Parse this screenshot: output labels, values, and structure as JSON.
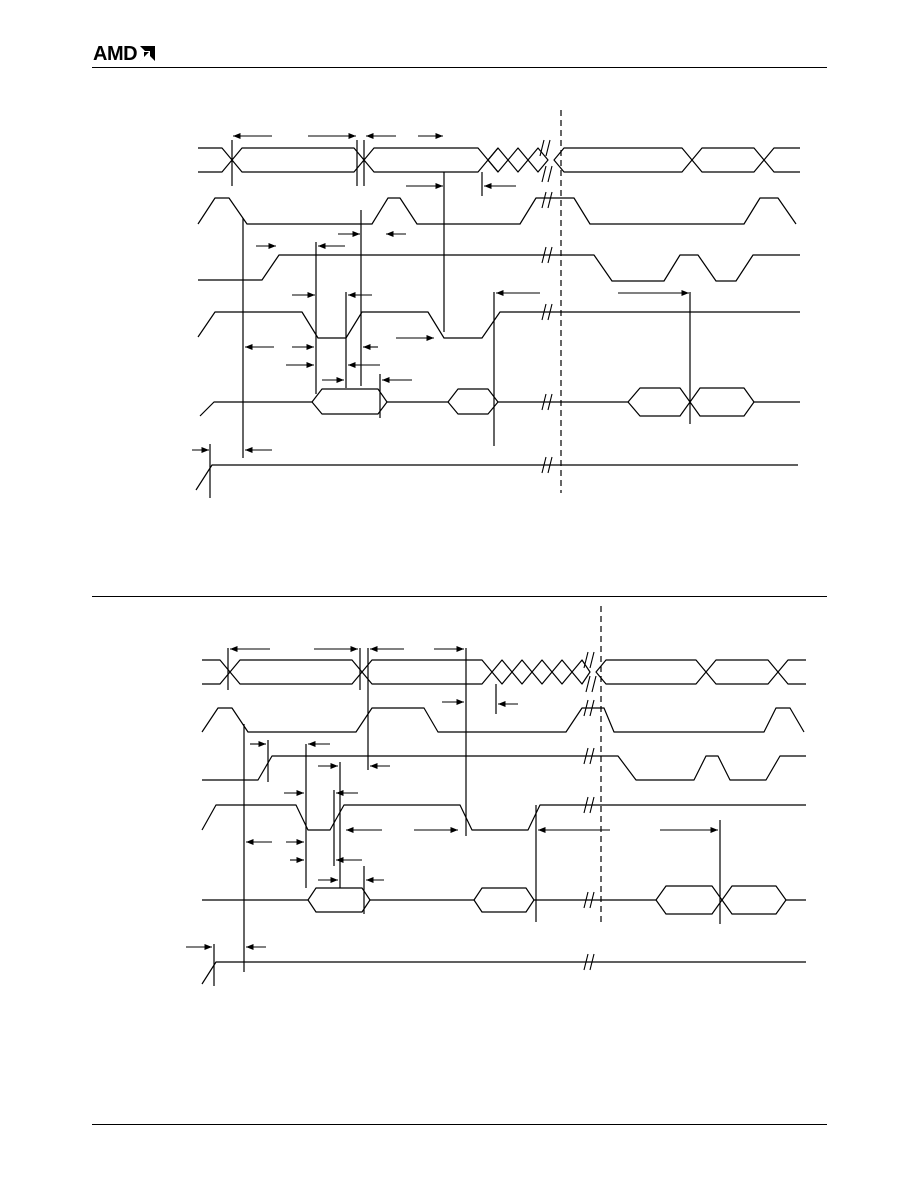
{
  "header": {
    "logo_text": "AMD",
    "logo_icon": "amd-arrow-icon"
  },
  "diagrams": [
    {
      "name": "upper-timing-diagram",
      "signals": 6,
      "ink_color": "#000000"
    },
    {
      "name": "lower-timing-diagram",
      "signals": 6,
      "ink_color": "#000000"
    }
  ]
}
